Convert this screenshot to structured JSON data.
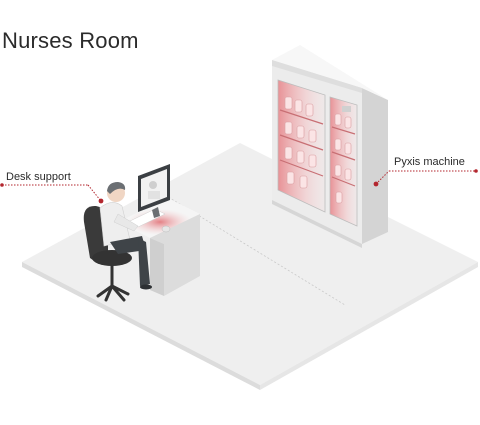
{
  "title": "Nurses Room",
  "callouts": {
    "desk": {
      "label": "Desk support"
    },
    "pyxis": {
      "label": "Pyxis machine"
    }
  },
  "colors": {
    "accent": "#b3262e",
    "floor": "#efefef",
    "floor_edge": "#dcdcdc",
    "cabinet_light": "#f3f3f3",
    "cabinet_mid": "#e2e2e2",
    "cabinet_dark": "#cfcfcf",
    "highlight": "#f3b9bb",
    "chair": "#3a3a3a",
    "person_shirt": "#eeeeee",
    "person_dark": "#3f4448"
  },
  "icons": {
    "desk_marker": "dot-icon",
    "pyxis_marker": "dot-icon"
  }
}
